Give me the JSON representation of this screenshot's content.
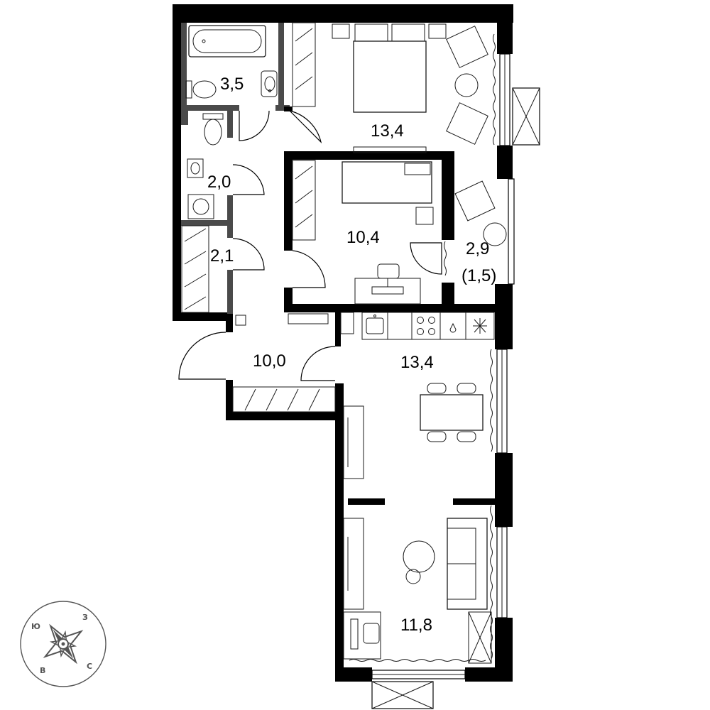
{
  "rooms": [
    {
      "id": "bathroom",
      "area": "3,5"
    },
    {
      "id": "bedroom",
      "area": "13,4"
    },
    {
      "id": "wc",
      "area": "2,0"
    },
    {
      "id": "closet",
      "area": "2,1"
    },
    {
      "id": "bedroom-small",
      "area": "10,4"
    },
    {
      "id": "balcony",
      "area": "2,9",
      "area_reduced": "(1,5)"
    },
    {
      "id": "hallway",
      "area": "10,0"
    },
    {
      "id": "kitchen",
      "area": "13,4"
    },
    {
      "id": "living-room",
      "area": "11,8"
    }
  ],
  "compass": {
    "south": "Ю",
    "west": "З",
    "east": "В",
    "north": "С"
  },
  "colors": {
    "wall": "#000000",
    "inner_wall": "#4a4a4a",
    "line": "#1a1a1a",
    "compass": "#555555"
  }
}
